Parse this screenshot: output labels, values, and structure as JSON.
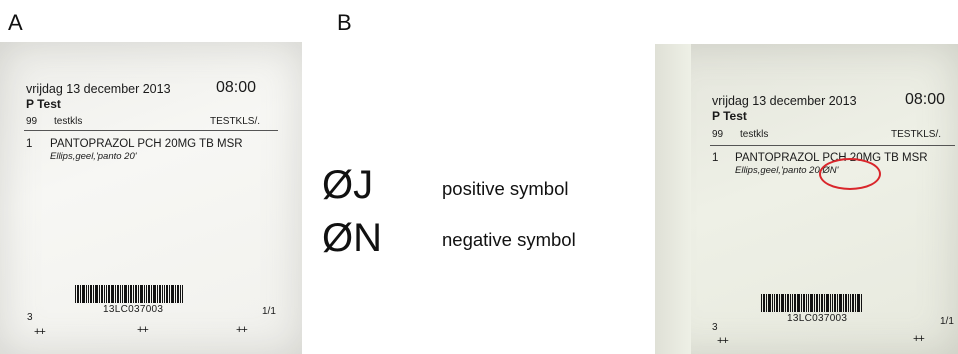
{
  "panels": {
    "a": "A",
    "b": "B"
  },
  "label": {
    "date": "vrijdag 13 december 2013",
    "time": "08:00",
    "patient": "P Test",
    "row_num": "99",
    "row_text": "testkls",
    "row_code": "TESTKLS/.",
    "item_num": "1",
    "medication": "PANTOPRAZOL PCH 20MG TB MSR",
    "description_a": "Ellips,geel,'panto 20'",
    "description_b": "Ellips,geel,'panto 20;ØN'",
    "barcode_text": "13LC037003",
    "count_left": "3",
    "count_right": "1/1",
    "tick_mark": "++"
  },
  "legend": [
    {
      "symbol": "ØJ",
      "text": "positive symbol"
    },
    {
      "symbol": "ØN",
      "text": "negative symbol"
    }
  ],
  "colors": {
    "highlight_circle": "#d9262b"
  }
}
